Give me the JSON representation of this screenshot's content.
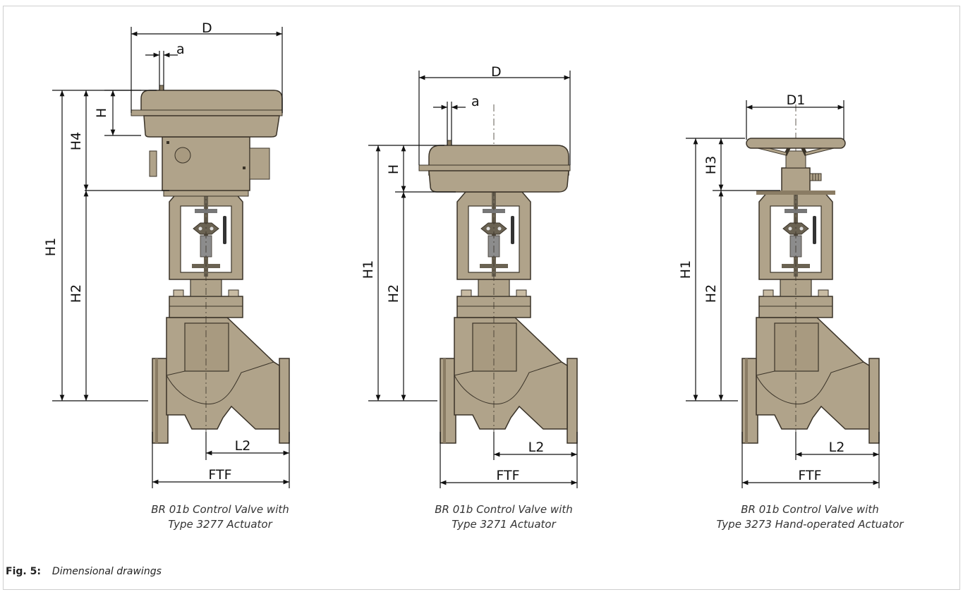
{
  "drawings": [
    {
      "id": "type-3277",
      "dims": {
        "D": "D",
        "a": "a",
        "H": "H",
        "H4": "H4",
        "H1": "H1",
        "H2": "H2",
        "L2": "L2",
        "FTF": "FTF"
      },
      "caption": [
        "BR 01b Control Valve with",
        "Type 3277 Actuator"
      ]
    },
    {
      "id": "type-3271",
      "dims": {
        "D": "D",
        "a": "a",
        "H": "H",
        "H1": "H1",
        "H2": "H2",
        "L2": "L2",
        "FTF": "FTF"
      },
      "caption": [
        "BR 01b Control Valve with",
        "Type 3271 Actuator"
      ]
    },
    {
      "id": "type-3273",
      "dims": {
        "D1": "D1",
        "H3": "H3",
        "H1": "H1",
        "H2": "H2",
        "L2": "L2",
        "FTF": "FTF"
      },
      "caption": [
        "BR 01b Control Valve with",
        "Type 3273 Hand-operated Actuator"
      ]
    }
  ],
  "figure": {
    "label": "Fig. 5:",
    "title": "Dimensional drawings"
  },
  "colors": {
    "body": "#b0a38a",
    "body_dark": "#8a7c64",
    "outline": "#3a3328",
    "dim": "#111111"
  }
}
